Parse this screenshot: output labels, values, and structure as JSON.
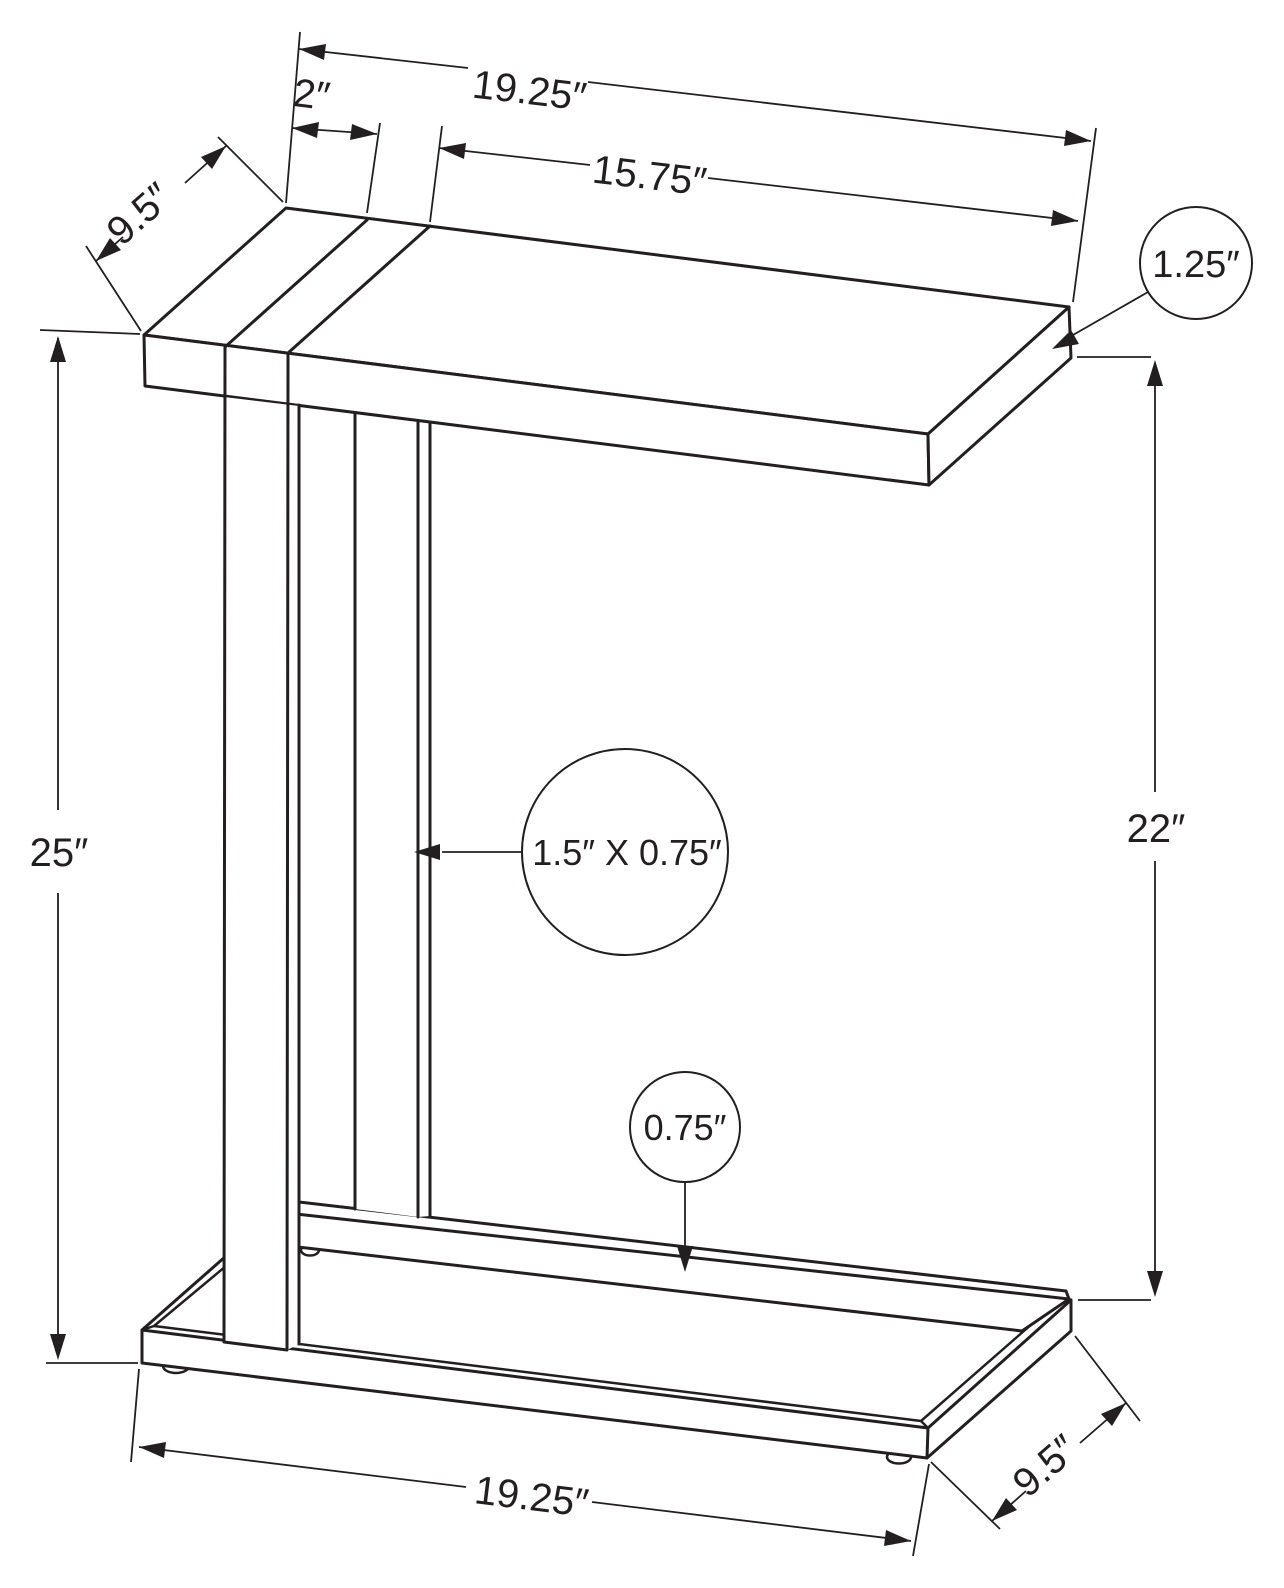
{
  "colors": {
    "line": "#231f20",
    "background": "#ffffff"
  },
  "drawing": {
    "top": {
      "length": "19.25″",
      "leg_offset": "2″",
      "clear_span": "15.75″",
      "depth": "9.5″",
      "thickness": "1.25″"
    },
    "height": {
      "total": "25″",
      "clearance": "22″"
    },
    "leg": {
      "profile": "1.5″ X 0.75″"
    },
    "base": {
      "length": "19.25″",
      "depth": "9.5″",
      "thickness": "0.75″"
    }
  }
}
